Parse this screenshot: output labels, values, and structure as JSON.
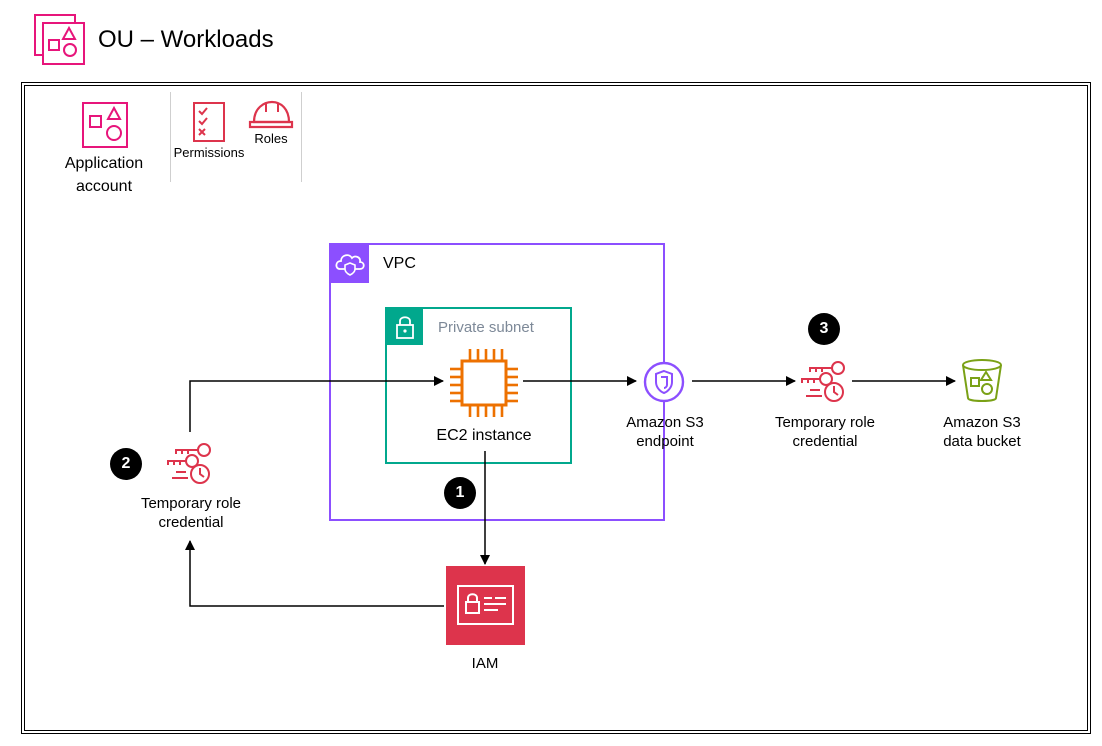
{
  "header": {
    "title": "OU – Workloads",
    "icon": "organizational-unit-icon"
  },
  "account": {
    "label_line1": "Application",
    "label_line2": "account",
    "icon": "application-account-icon"
  },
  "permissions": {
    "label": "Permissions",
    "icon": "checklist-icon"
  },
  "roles": {
    "label": "Roles",
    "icon": "hard-hat-icon"
  },
  "vpc": {
    "label": "VPC",
    "icon": "vpc-cloud-shield-icon"
  },
  "subnet": {
    "label": "Private subnet",
    "icon": "lock-icon"
  },
  "ec2": {
    "label": "EC2 instance",
    "icon": "chip-icon"
  },
  "s3_endpoint": {
    "label_line1": "Amazon S3",
    "label_line2": "endpoint",
    "icon": "endpoint-icon"
  },
  "cred_right": {
    "label_line1": "Temporary role",
    "label_line2": "credential",
    "icon": "temporary-credential-icon"
  },
  "cred_left": {
    "label_line1": "Temporary role",
    "label_line2": "credential",
    "icon": "temporary-credential-icon"
  },
  "s3_bucket": {
    "label_line1": "Amazon S3",
    "label_line2": "data bucket",
    "icon": "bucket-icon"
  },
  "iam": {
    "label": "IAM",
    "icon": "iam-badge-icon"
  },
  "steps": {
    "one": "1",
    "two": "2",
    "three": "3"
  },
  "colors": {
    "account_pink": "#e7157b",
    "security_red": "#dd344c",
    "vpc_purple": "#8c4fff",
    "subnet_teal": "#01a88d",
    "compute_orange": "#ed7100",
    "storage_green": "#7aa116",
    "subnet_label_gray": "#7d8998"
  }
}
